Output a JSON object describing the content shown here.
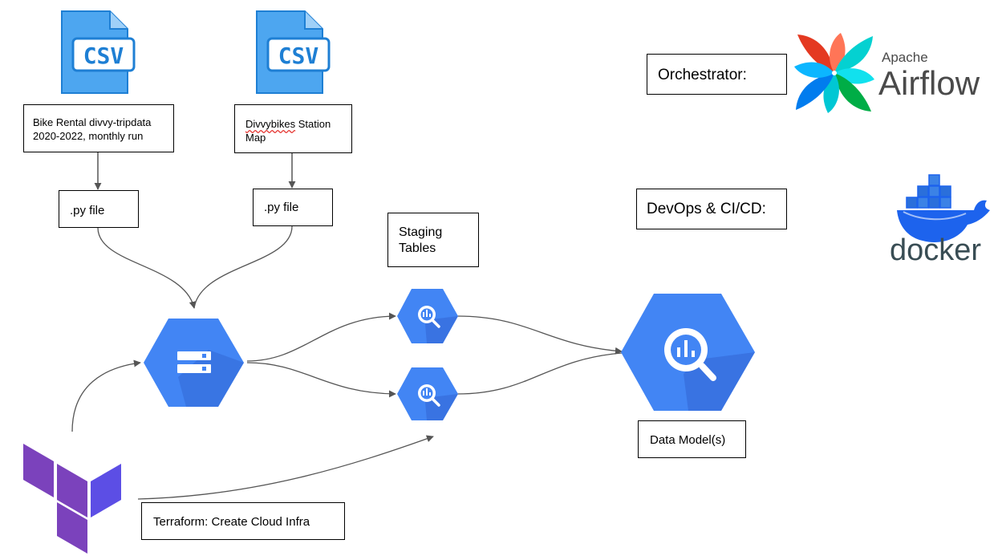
{
  "sources": [
    {
      "file_type": "CSV",
      "label_line1": "Bike Rental divvy-tripdata",
      "label_line2": "2020-2022, monthly run",
      "script": ".py file"
    },
    {
      "file_type": "CSV",
      "label_line1_a": "Divvybikes",
      "label_line1_b": " Station",
      "label_line2": "Map",
      "script": ".py file"
    }
  ],
  "staging": {
    "line1": "Staging",
    "line2": "Tables"
  },
  "data_model": {
    "label": "Data Model(s)"
  },
  "orchestrator": {
    "label": "Orchestrator:",
    "logo_line1": "Apache",
    "logo_line2": "Airflow"
  },
  "devops": {
    "label": "DevOps & CI/CD:",
    "logo_text": "docker"
  },
  "infra": {
    "label": "Terraform: Create Cloud Infra"
  },
  "colors": {
    "gcp_blue": "#4285f4",
    "gcp_shadow": "#3367d6",
    "csv_blue": "#4da6f0",
    "csv_stroke": "#1e7fd4",
    "terraform_purple": "#7b42bc",
    "terraform_dark": "#5c4ee5",
    "docker_blue": "#1d63ed",
    "airflow_red": "#e43921",
    "airflow_green": "#00ad46",
    "airflow_teal": "#04d1d1",
    "airflow_blue": "#017cee",
    "arrow": "#555555"
  },
  "icons": [
    "csv-file-icon",
    "cloud-storage-icon",
    "bigquery-icon",
    "terraform-icon",
    "airflow-icon",
    "docker-icon"
  ]
}
